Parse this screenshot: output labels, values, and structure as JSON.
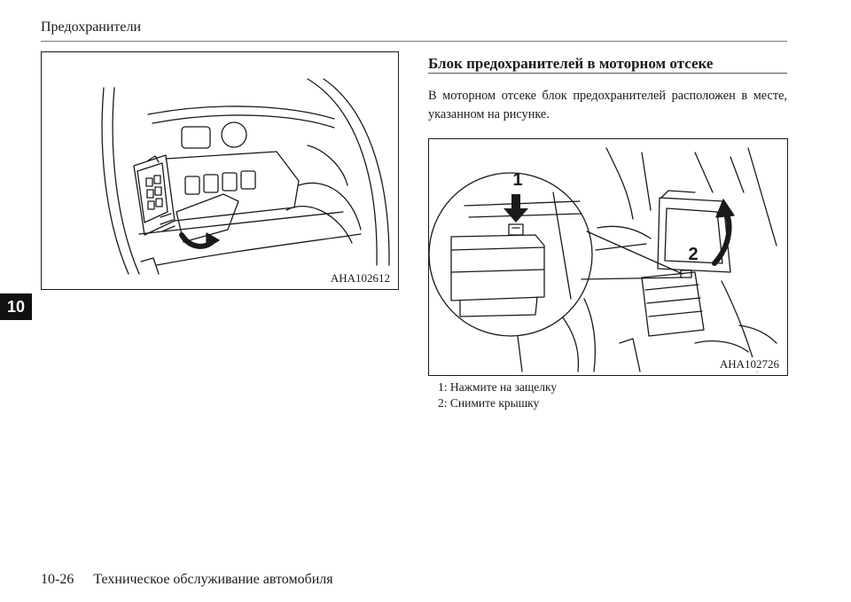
{
  "header": {
    "title": "Предохранители"
  },
  "chapter_tab": "10",
  "figure1": {
    "code": "AHA102612"
  },
  "section": {
    "title": "Блок предохранителей в моторном отсеке",
    "body": "В моторном отсеке блок предохранителей расположен в месте, указанном на рисунке."
  },
  "figure2": {
    "code": "AHA102726",
    "callouts": [
      "1",
      "2"
    ]
  },
  "legend": [
    {
      "number": "1:",
      "text": "Нажмите на защелку"
    },
    {
      "number": "2:",
      "text": "Снимите крышку"
    }
  ],
  "footer": {
    "page": "10-26",
    "title": "Техническое обслуживание автомобиля"
  }
}
